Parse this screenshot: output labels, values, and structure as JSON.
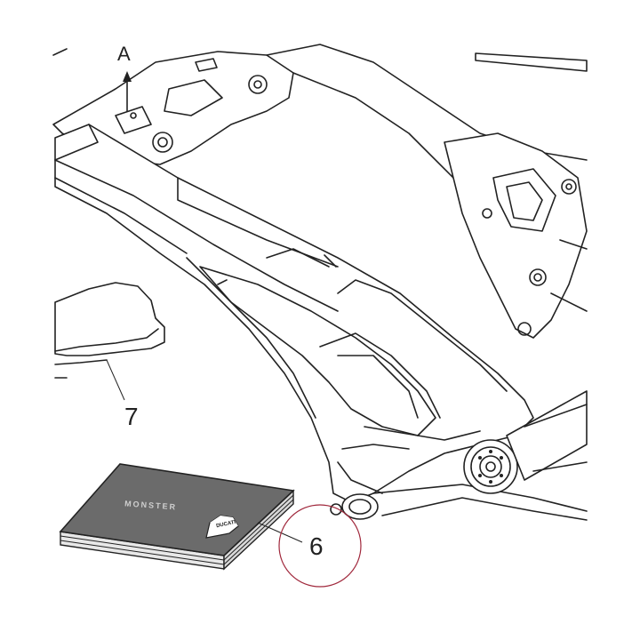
{
  "callouts": {
    "part_6": "6",
    "part_7": "7",
    "view_a": "A"
  },
  "booklet": {
    "title": "MONSTER",
    "logo_text": "DUCATI"
  },
  "colors": {
    "line": "#222222",
    "booklet_cover": "#6b6b6b",
    "highlight_circle": "#a0283c"
  }
}
